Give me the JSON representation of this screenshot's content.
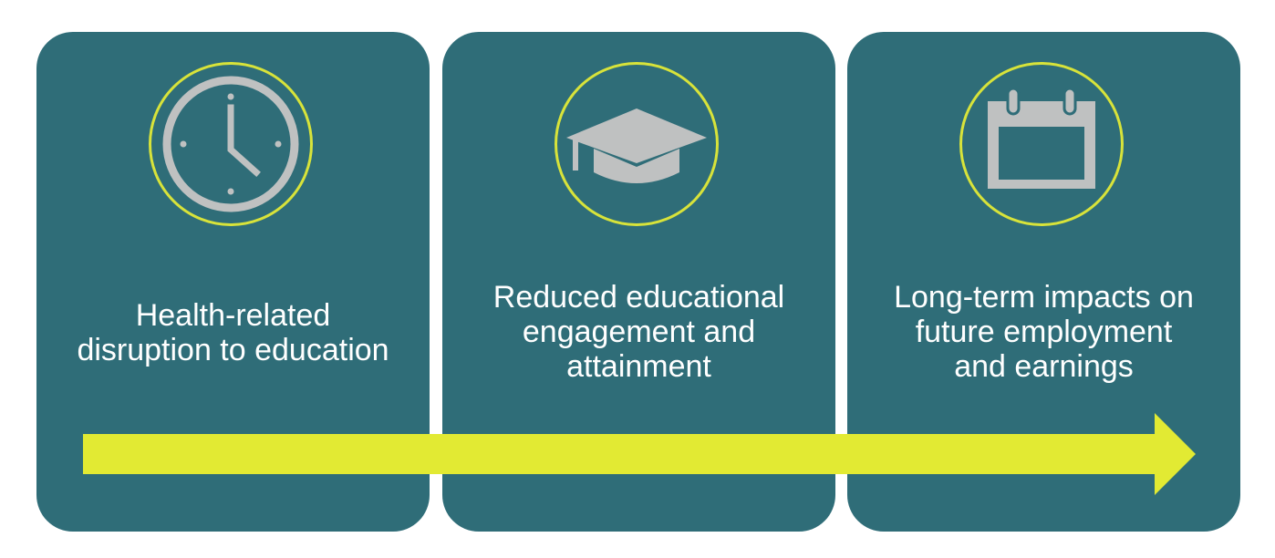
{
  "colors": {
    "card_bg": "#2f6d78",
    "accent": "#d8e33a",
    "icon": "#bfc1c1",
    "text": "#ffffff"
  },
  "stages": [
    {
      "icon": "clock-icon",
      "label": "Health-related\ndisruption to education"
    },
    {
      "icon": "graduation-cap-icon",
      "label": "Reduced educational\nengagement and\nattainment"
    },
    {
      "icon": "calendar-icon",
      "label": "Long-term impacts on\nfuture employment\nand earnings"
    }
  ]
}
